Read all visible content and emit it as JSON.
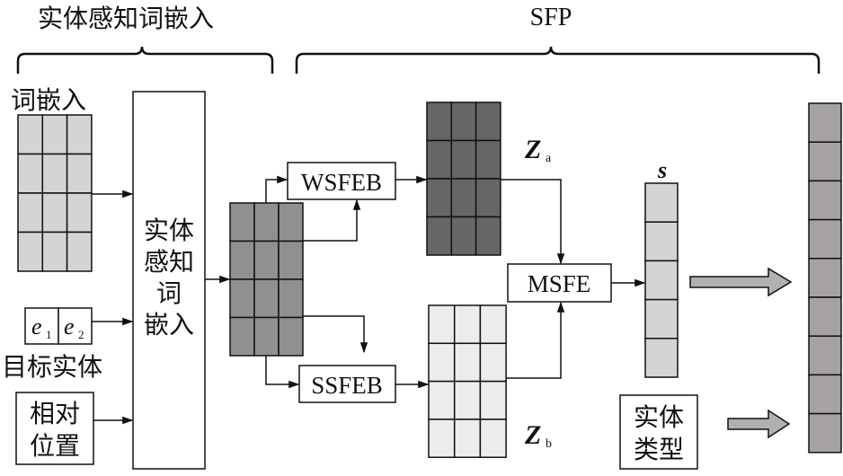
{
  "section_labels": {
    "entity_aware_embedding": "实体感知词嵌入",
    "sfp": "SFP"
  },
  "inputs": {
    "word_embedding": "词嵌入",
    "e1_base": "e",
    "e1_sub": "1",
    "e2_base": "e",
    "e2_sub": "2",
    "target_entity": "目标实体",
    "relative_position_line1": "相对",
    "relative_position_line2": "位置"
  },
  "center_block": {
    "line1": "实体",
    "line2": "感知",
    "line3": "词",
    "line4": "嵌入"
  },
  "modules": {
    "wsfeb": "WSFEB",
    "ssfeb": "SSFEB",
    "msfe": "MSFE"
  },
  "outputs": {
    "za_base": "Z",
    "za_sub": "a",
    "zb_base": "Z",
    "zb_sub": "b",
    "s_label": "s",
    "entity_type_line1": "实体",
    "entity_type_line2": "类型"
  },
  "colors": {
    "light_gray": "#d4d4d4",
    "mid_gray": "#909090",
    "dark_gray": "#666666",
    "pale_gray": "#ececec",
    "col_gray": "#a6a2a2",
    "stroke": "#111111"
  }
}
